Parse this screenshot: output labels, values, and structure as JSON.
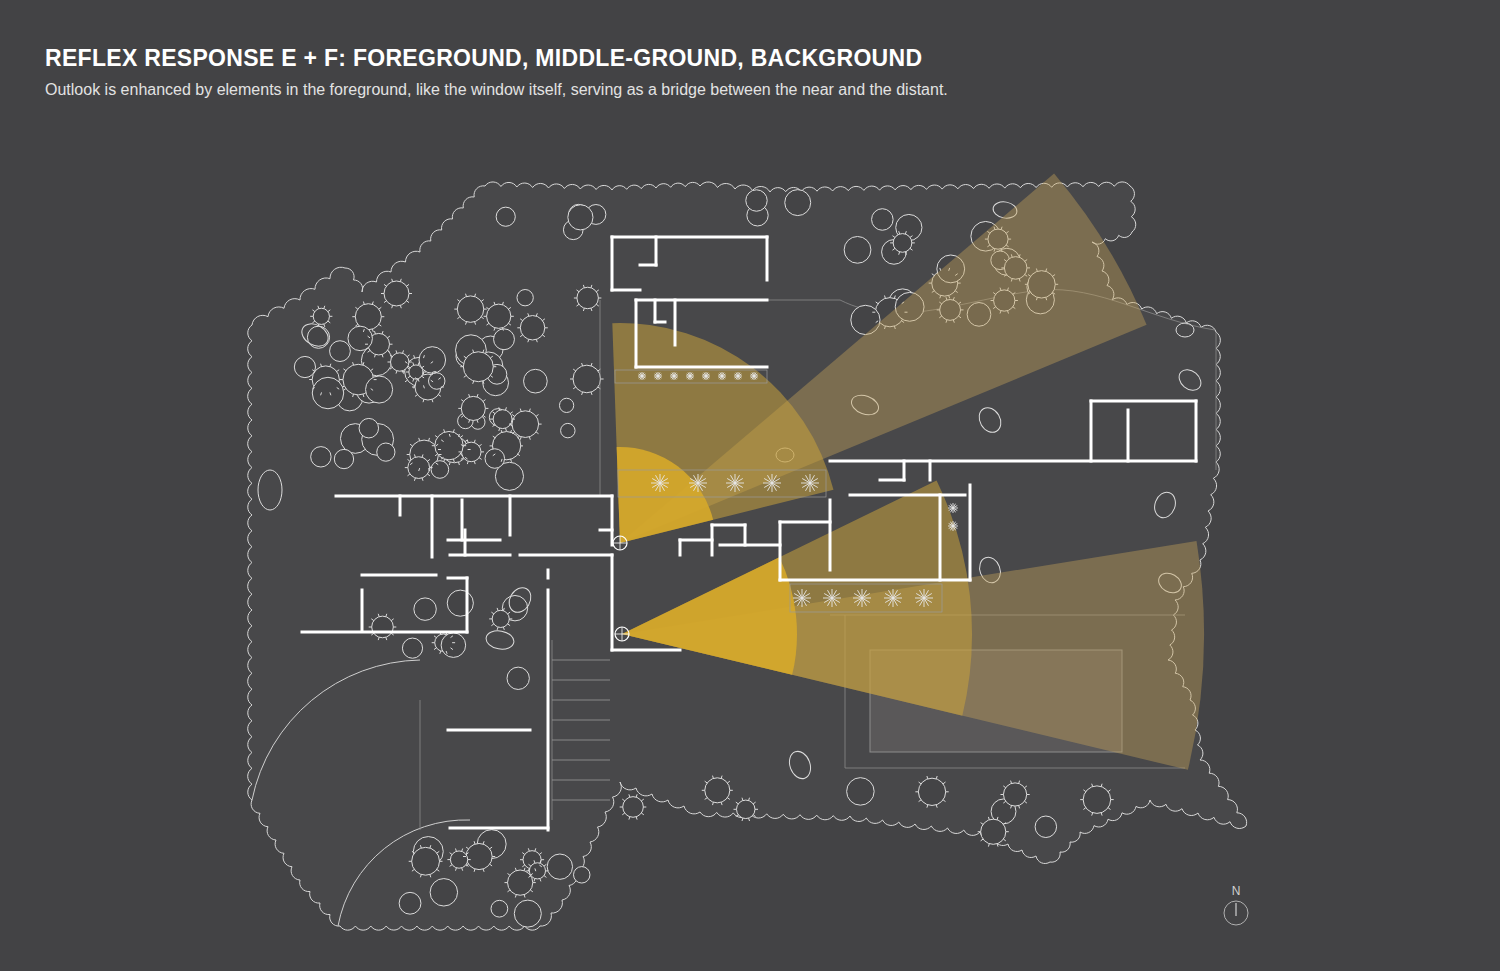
{
  "diagram": {
    "title": "REFLEX RESPONSE E + F: FOREGROUND, MIDDLE-GROUND, BACKGROUND",
    "caption": "Outlook is enhanced by elements in the foreground, like the window itself, serving as a bridge between the near and the distant.",
    "labels": [
      "N"
    ]
  }
}
